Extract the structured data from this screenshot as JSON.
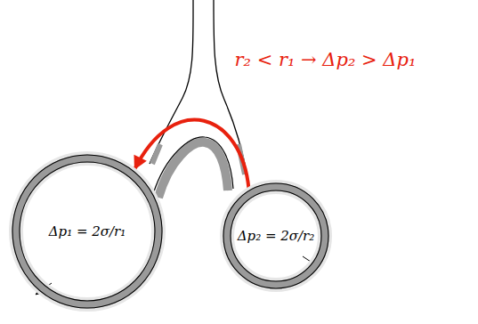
{
  "diagram": {
    "nodes": [
      {
        "text": [
          "Δp₁ = 2σ/r₁"
        ]
      },
      {
        "text": [
          "Δp₂ = 2σ/r₂"
        ]
      }
    ],
    "edges": [
      {
        "from": 1,
        "to": 0,
        "arrow": "to",
        "label": "r₂ < r₁ → Δp₂ > Δp₁"
      }
    ]
  }
}
